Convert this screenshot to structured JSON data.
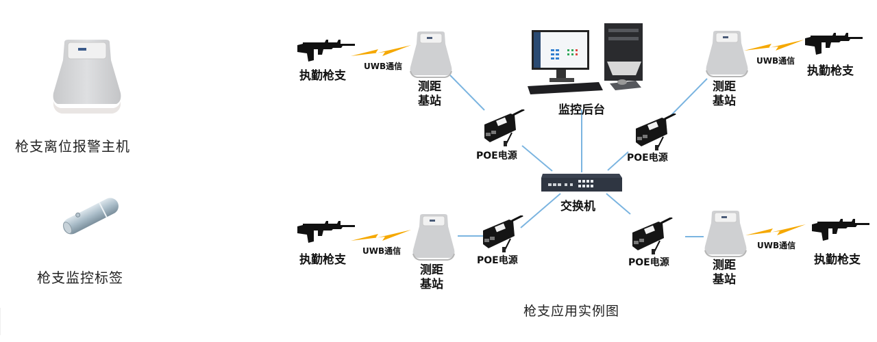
{
  "legend": {
    "alarm_host_label": "枪支离位报警主机",
    "tag_label": "枪支监控标签"
  },
  "diagram": {
    "caption": "枪支应用实例图",
    "monitor_label": "监控后台",
    "switch_label": "交换机",
    "poe_label": "POE电源",
    "uwb_label": "UWB通信",
    "gun_label": "执勤枪支",
    "station_label_line1": "测距",
    "station_label_line2": "基站",
    "link_color": "#7ab4e0",
    "bolt_color": "#f5a800"
  }
}
